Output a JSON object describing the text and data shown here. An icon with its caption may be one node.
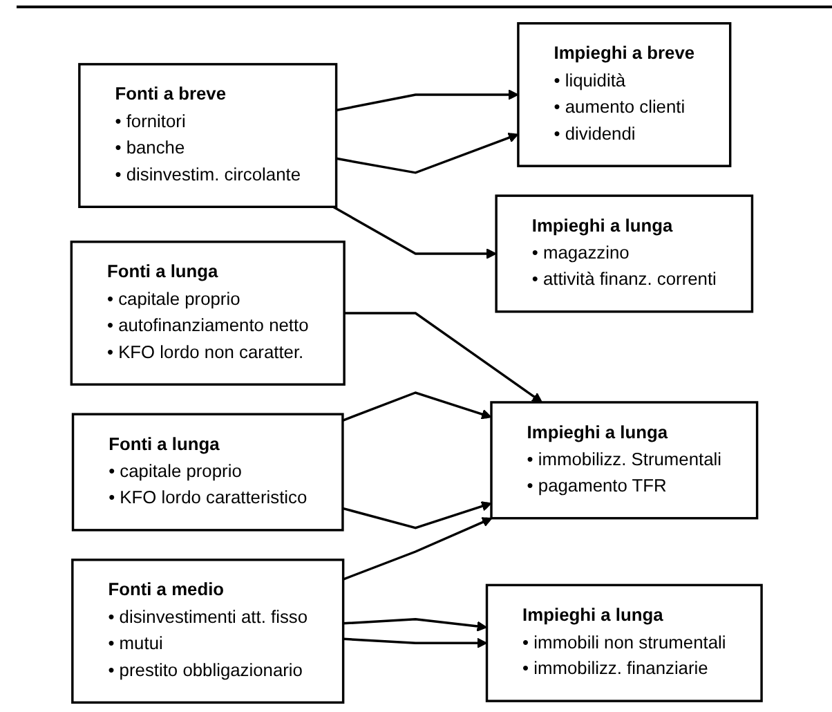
{
  "diagram": {
    "nodes": [
      {
        "text": [
          "Fonti a breve",
          "• fornitori",
          "• banche",
          "• disinvestim. circolante"
        ]
      },
      {
        "text": [
          "Impieghi a breve",
          "• liquidità",
          "• aumento clienti",
          "• dividendi"
        ]
      },
      {
        "text": [
          "Fonti a medio",
          "• disinvestimenti att. fisso",
          "• mutui",
          "• prestito obbligazionario"
        ]
      },
      {
        "text": [
          "Impieghi a lunga",
          "• magazzino",
          "• attività finanz. correnti"
        ]
      },
      {
        "text": [
          "Fonti a lunga",
          "• capitale proprio",
          "• KFO lordo caratteristico"
        ]
      },
      {
        "text": [
          "Impieghi a lunga",
          "• immobilizz. Strumentali",
          "• pagamento TFR"
        ]
      },
      {
        "text": [
          "Fonti a lunga",
          "• capitale proprio",
          "• autofinanziamento netto",
          "• KFO lordo non caratter."
        ]
      },
      {
        "text": [
          "Impieghi a lunga",
          "• immobili non strumentali",
          "• immobilizz. finanziarie"
        ]
      }
    ],
    "edges": [
      {
        "from": 0,
        "to": 1,
        "arrow": "to"
      },
      {
        "from": 0,
        "to": 3,
        "arrow": "to"
      },
      {
        "from": 0,
        "to": 1,
        "arrow": "to"
      },
      {
        "from": 2,
        "to": 5,
        "arrow": "to"
      },
      {
        "from": 2,
        "to": 7,
        "arrow": "to"
      },
      {
        "from": 2,
        "to": 7,
        "arrow": "to"
      },
      {
        "from": 4,
        "to": 5,
        "arrow": "to"
      },
      {
        "from": 4,
        "to": 5,
        "arrow": "to"
      },
      {
        "from": 6,
        "to": 5,
        "arrow": "to"
      }
    ]
  }
}
